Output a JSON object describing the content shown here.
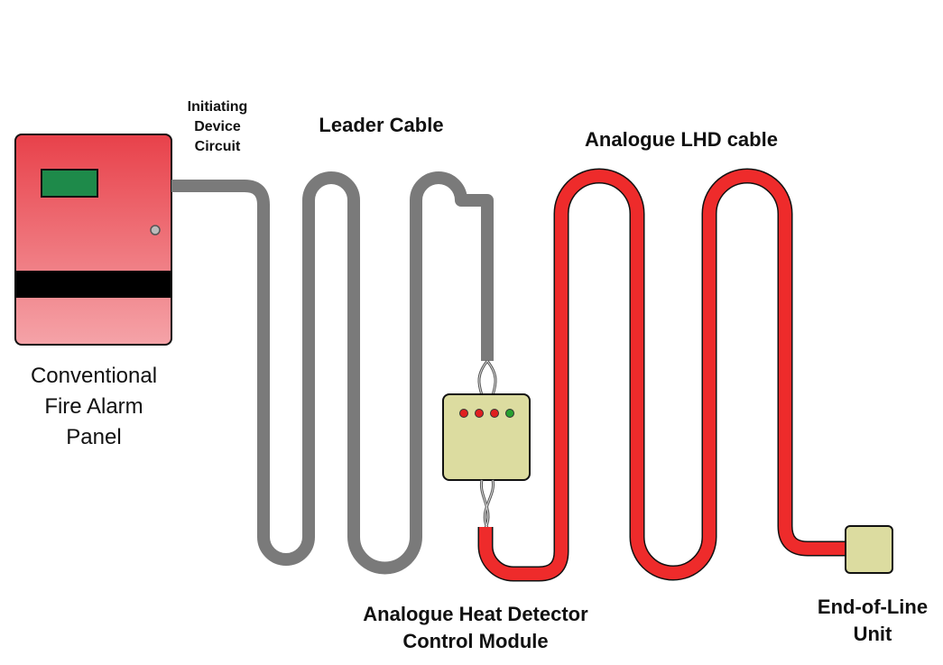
{
  "labels": {
    "panel": [
      "Conventional",
      "Fire Alarm",
      "Panel"
    ],
    "idc": [
      "Initiating",
      "Device",
      "Circuit"
    ],
    "leader_cable": "Leader Cable",
    "lhd_cable": "Analogue LHD cable",
    "module": [
      "Analogue Heat Detector",
      "Control Module"
    ],
    "eol": [
      "End-of-Line",
      "Unit"
    ]
  },
  "colors": {
    "panel_red": "#e8414a",
    "panel_pink": "#f5a3a8",
    "panel_display": "#1e8a4a",
    "leader_cable": "#7a7a7a",
    "lhd_cable": "#ee2b2b",
    "module_fill": "#dcdca0",
    "module_leds": [
      "#e02020",
      "#e02020",
      "#e02020",
      "#28a030"
    ]
  }
}
